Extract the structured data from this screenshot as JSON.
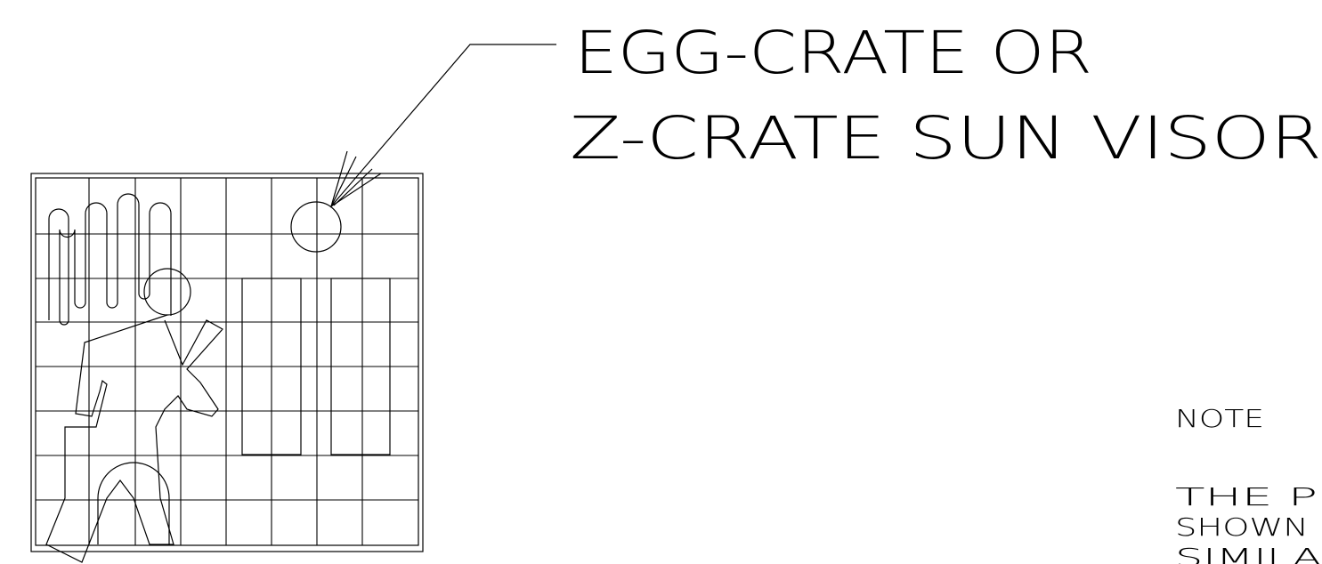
{
  "callout": {
    "line1": "EGG-CRATE OR",
    "line2": "Z-CRATE SUN VISOR"
  },
  "note": {
    "heading": "NOTE",
    "line1": "THE P",
    "line2": "SHOWN",
    "line3": "SIMILA"
  },
  "sign": {
    "border_color": "#000000",
    "visor_pattern": "grid-icon"
  }
}
